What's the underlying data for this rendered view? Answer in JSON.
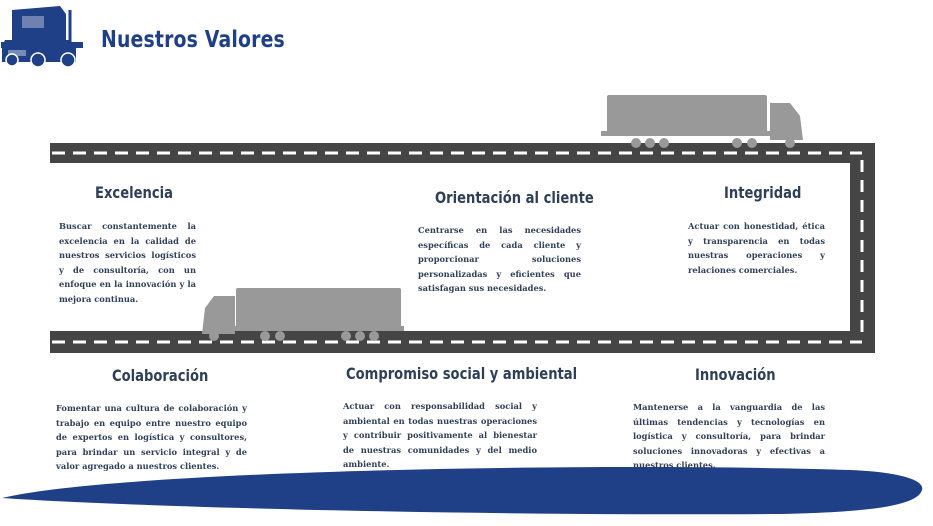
{
  "page": {
    "title": "Nuestros Valores"
  },
  "values": [
    {
      "name": "Excelencia",
      "description": "Buscar constantemente la excelencia en la calidad de nuestros servicios logísticos y de consultoría, con un enfoque en la innovación y la mejora continua."
    },
    {
      "name": "Orientación al cliente",
      "description": "Centrarse en las necesidades específicas de cada cliente y proporcionar soluciones personalizadas y eficientes que satisfagan sus necesidades."
    },
    {
      "name": "Integridad",
      "description": "Actuar con honestidad, ética y transparencia en todas nuestras operaciones y relaciones comerciales."
    },
    {
      "name": "Colaboración",
      "description": "Fomentar una cultura de colaboración y trabajo en equipo entre nuestro equipo de expertos en logística y consultores, para brindar un servicio integral y de valor agregado a nuestros clientes."
    },
    {
      "name": "Compromiso social y ambiental",
      "description": "Actuar con responsabilidad social y ambiental en todas nuestras operaciones y contribuir positivamente al bienestar de nuestras comunidades y del medio ambiente."
    },
    {
      "name": "Innovación",
      "description": "Mantenerse a la vanguardia de las últimas tendencias y tecnologías en logística y consultoría, para brindar soluciones innovadoras y efectivas a nuestros clientes."
    }
  ],
  "colors": {
    "brand_blue": "#1f3f87",
    "road": "#454545",
    "truck_gray": "#999999",
    "text": "#2f3f57"
  },
  "icons": {
    "logo": "truck-logo-icon",
    "truck": "truck-silhouette-icon"
  }
}
